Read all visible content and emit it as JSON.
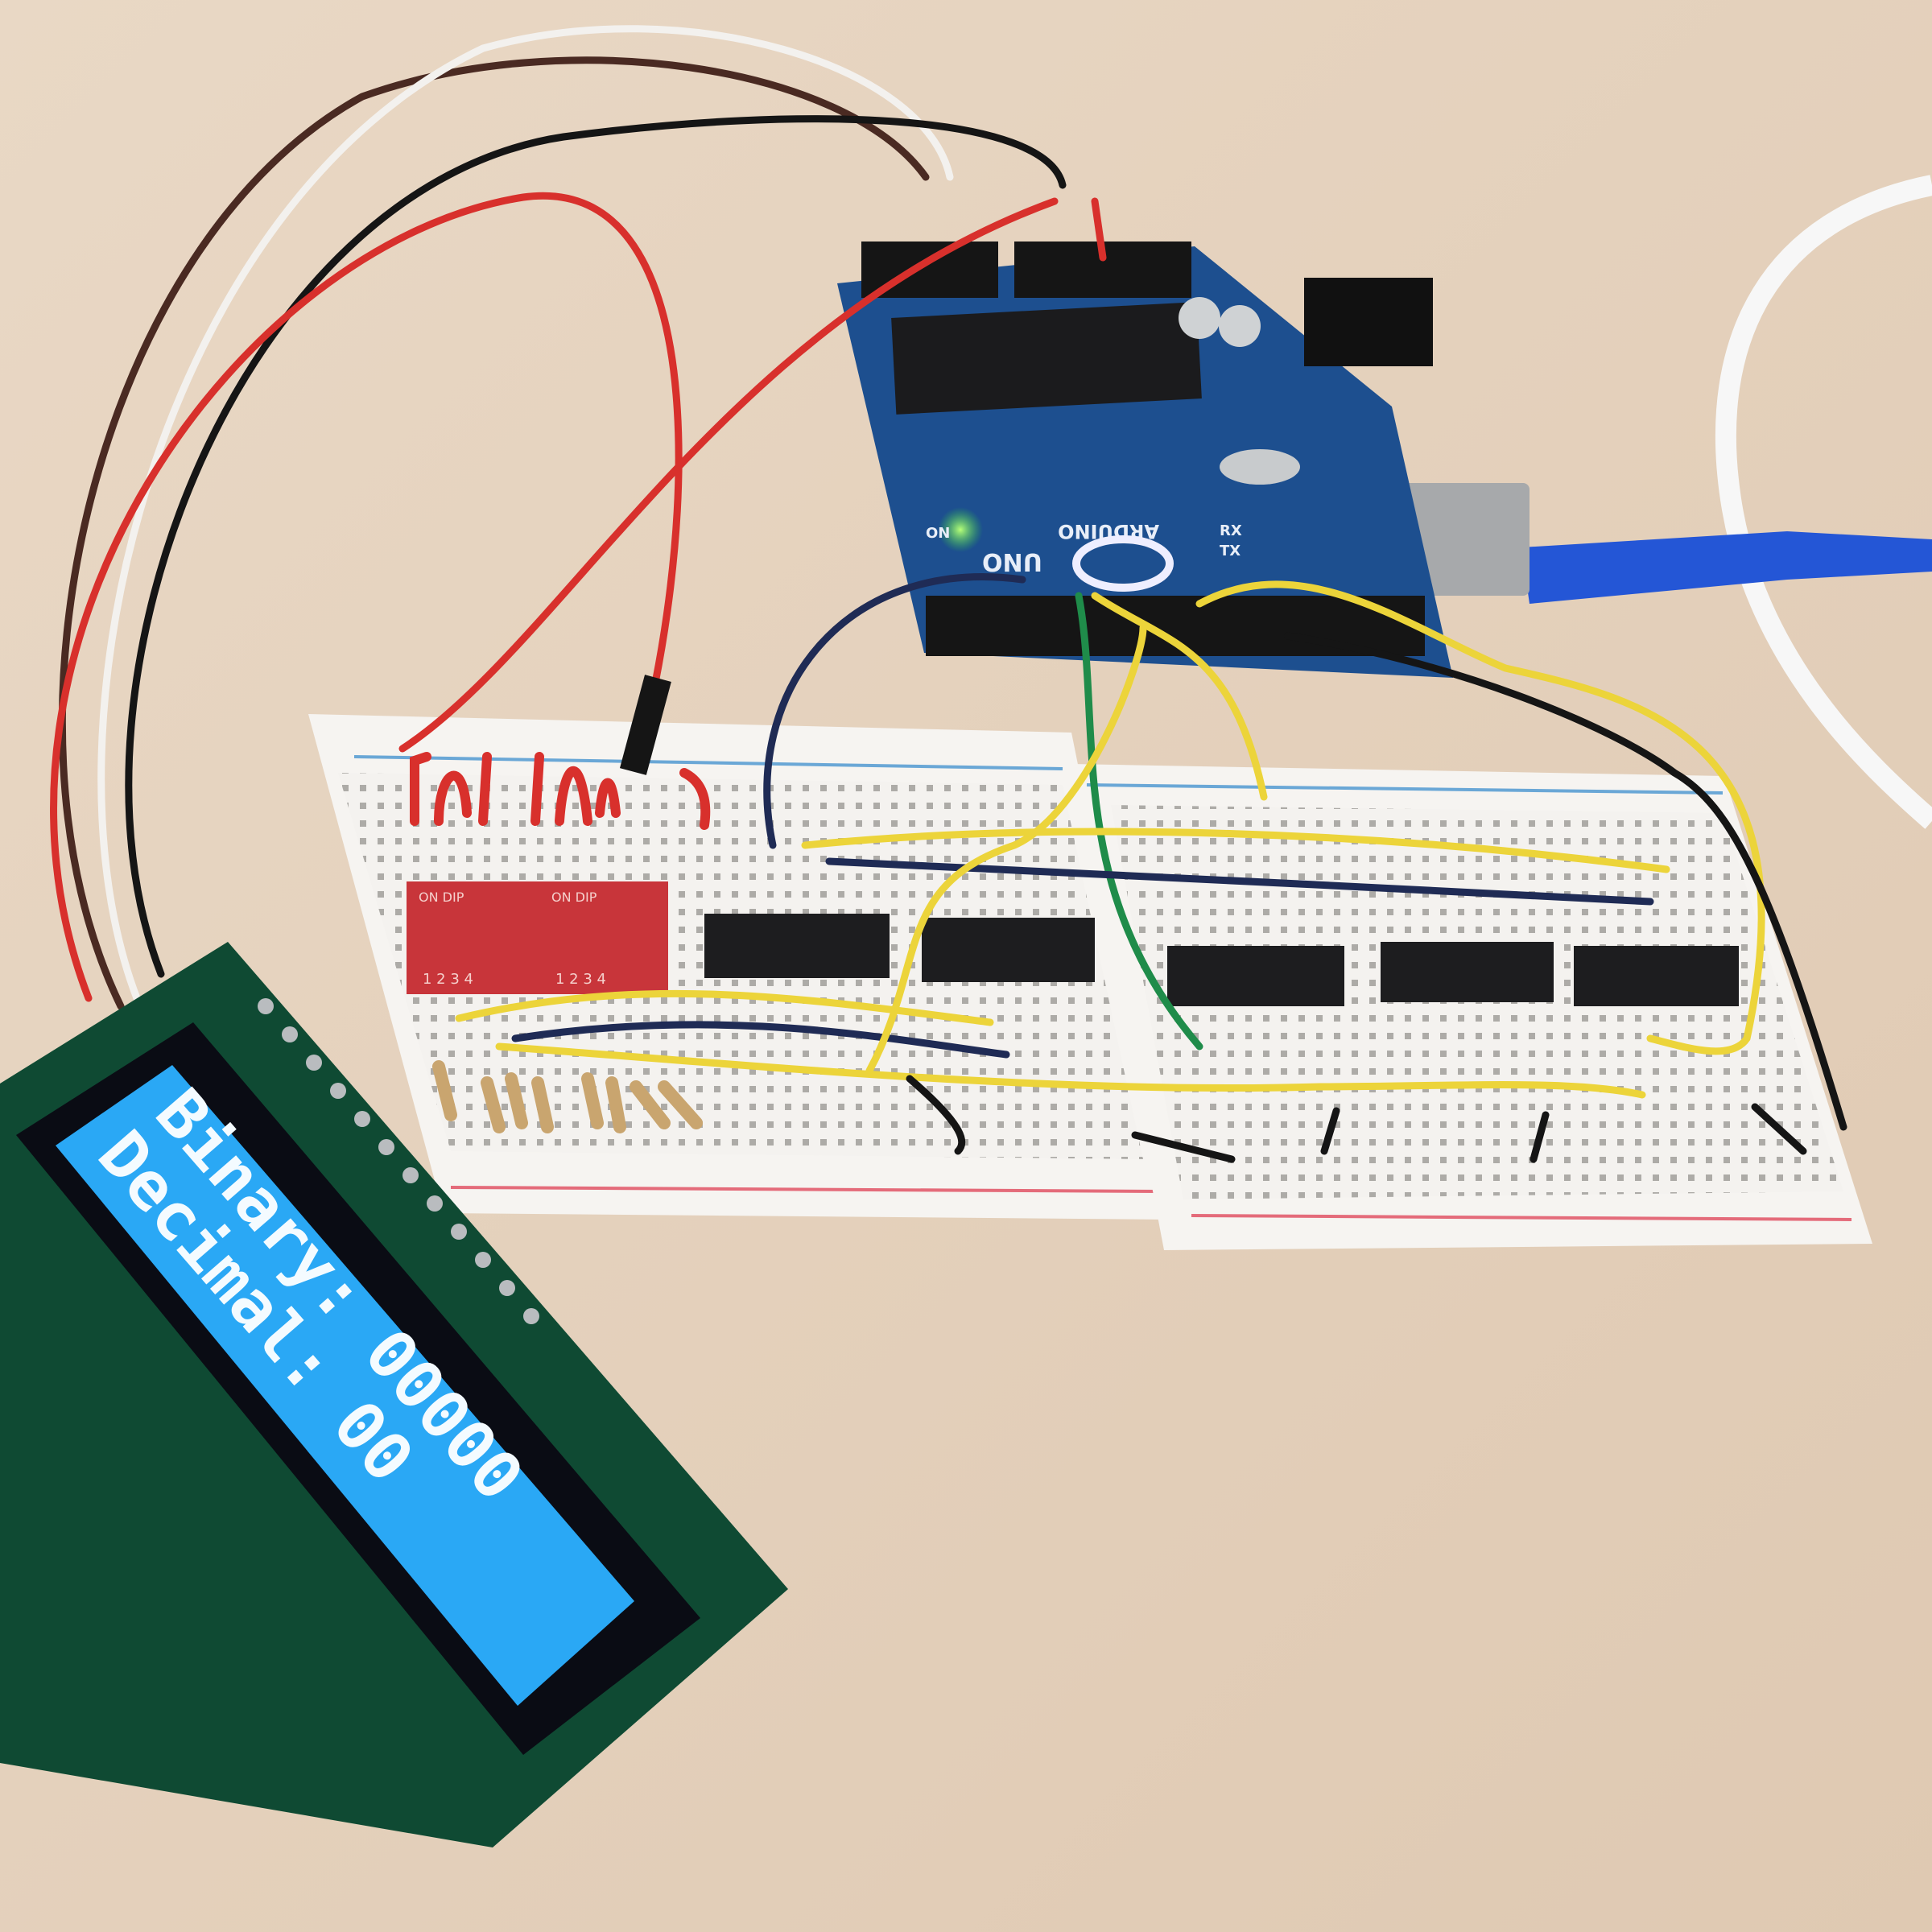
{
  "lcd": {
    "line1": "Binary: 00000",
    "line2": "Decimal: 00",
    "backlight_color": "#2aa8f5"
  },
  "arduino": {
    "brand": "ARDUINO",
    "model": "UNO",
    "power_led_label": "ON",
    "tx_label": "TX",
    "rx_label": "RX",
    "board_color": "#1d4f8f"
  },
  "dip_switches": [
    {
      "header": "ON DIP",
      "positions": "1 2 3 4"
    },
    {
      "header": "ON DIP",
      "positions": "1 2 3 4"
    }
  ],
  "colors": {
    "table": "#e4d1bc",
    "breadboard": "#f3f1ee",
    "wire_red": "#d8302c",
    "wire_yellow": "#ecd43a",
    "wire_navy": "#1f2b55",
    "wire_green": "#1f8c4a",
    "wire_black": "#151515",
    "usb_cable": "#2456d6"
  }
}
